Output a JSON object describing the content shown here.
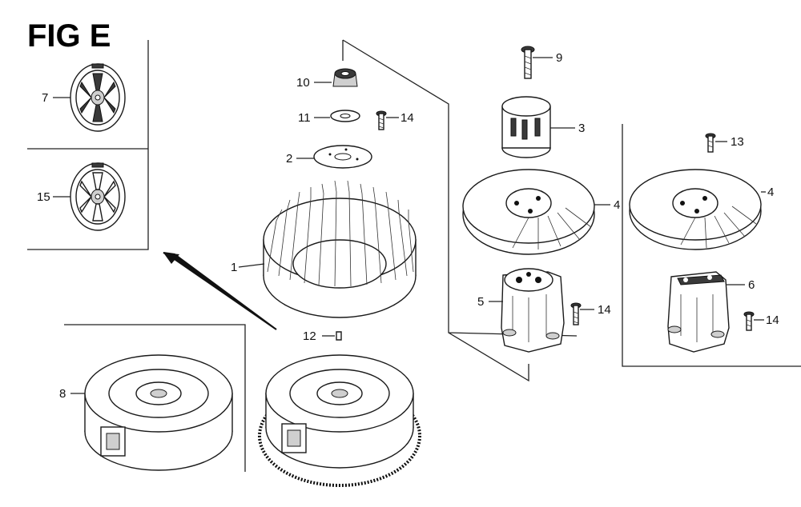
{
  "figure": {
    "title": "FIG E"
  },
  "callouts": [
    {
      "id": "c7",
      "text": "7"
    },
    {
      "id": "c15",
      "text": "15"
    },
    {
      "id": "c10",
      "text": "10"
    },
    {
      "id": "c11",
      "text": "11"
    },
    {
      "id": "c14a",
      "text": "14"
    },
    {
      "id": "c2",
      "text": "2"
    },
    {
      "id": "c1",
      "text": "1"
    },
    {
      "id": "c12",
      "text": "12"
    },
    {
      "id": "c8",
      "text": "8"
    },
    {
      "id": "c9",
      "text": "9"
    },
    {
      "id": "c3",
      "text": "3"
    },
    {
      "id": "c4a",
      "text": "4"
    },
    {
      "id": "c5",
      "text": "5"
    },
    {
      "id": "c14b",
      "text": "14"
    },
    {
      "id": "c13",
      "text": "13"
    },
    {
      "id": "c4b",
      "text": "4"
    },
    {
      "id": "c6",
      "text": "6"
    },
    {
      "id": "c14c",
      "text": "14"
    }
  ]
}
